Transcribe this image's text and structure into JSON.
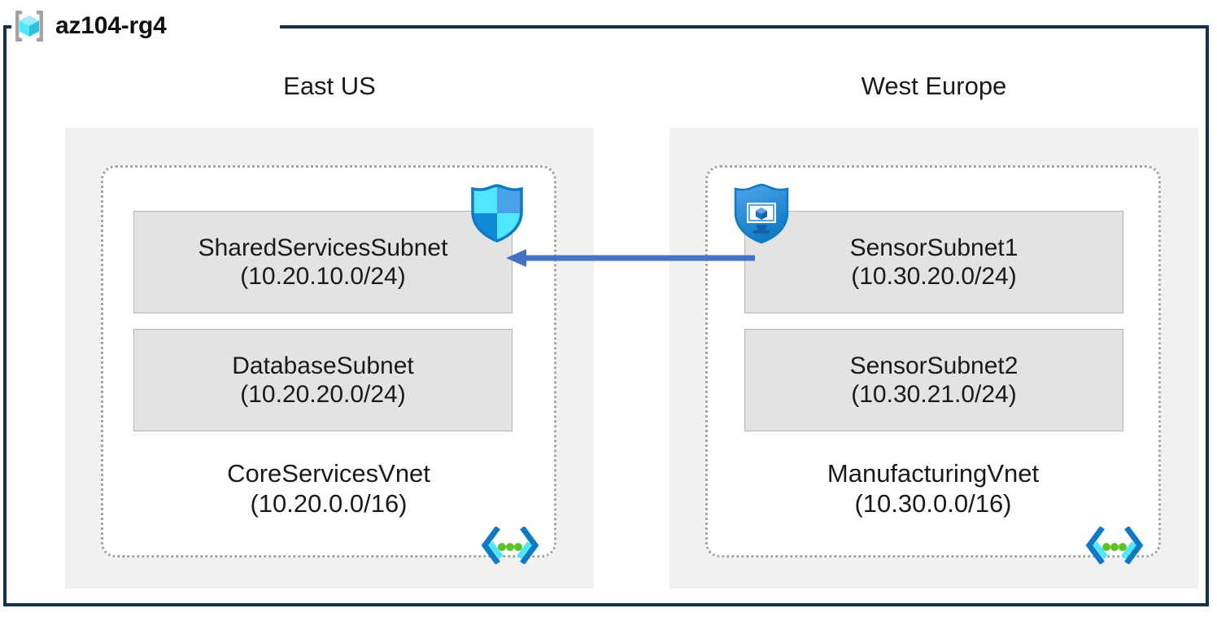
{
  "resource_group": {
    "name": "az104-rg4",
    "icon": "resource-group-cube-icon",
    "frame_color": "#16314f"
  },
  "regions": [
    {
      "id": "east-us",
      "label": "East US",
      "background": "#f1f1f1",
      "vnet": {
        "name": "CoreServicesVnet",
        "cidr": "(10.20.0.0/16)",
        "icon": "virtual-network-icon",
        "border_style": "dotted",
        "subnets": [
          {
            "name": "SharedServicesSubnet",
            "cidr": "(10.20.10.0/24)",
            "icon": "network-security-group-shield-icon"
          },
          {
            "name": "DatabaseSubnet",
            "cidr": "(10.20.20.0/24)",
            "icon": null
          }
        ]
      }
    },
    {
      "id": "west-europe",
      "label": "West Europe",
      "background": "#f1f1f1",
      "vnet": {
        "name": "ManufacturingVnet",
        "cidr": "(10.30.0.0/16)",
        "icon": "virtual-network-icon",
        "border_style": "dotted",
        "subnets": [
          {
            "name": "SensorSubnet1",
            "cidr": "(10.30.20.0/24)",
            "icon": "application-security-group-shield-icon"
          },
          {
            "name": "SensorSubnet2",
            "cidr": "(10.30.21.0/24)",
            "icon": null
          }
        ]
      }
    }
  ],
  "connections": [
    {
      "id": "vnet-peering",
      "from": "SensorSubnet1",
      "to": "SharedServicesSubnet",
      "direction": "left",
      "color": "#4472c4",
      "style": "solid-arrow"
    }
  ],
  "colors": {
    "frame": "#16314f",
    "region_fill": "#f1f1f1",
    "subnet_fill": "#e3e3e3",
    "subnet_border": "#b6b6b6",
    "vnet_border": "#a6a6a6",
    "arrow": "#4472c4",
    "icon_cyan": "#50e6ff",
    "icon_blue": "#0078d4",
    "icon_green": "#5ec127",
    "icon_gray": "#a3a3a3",
    "text": "#1a1a1a"
  }
}
